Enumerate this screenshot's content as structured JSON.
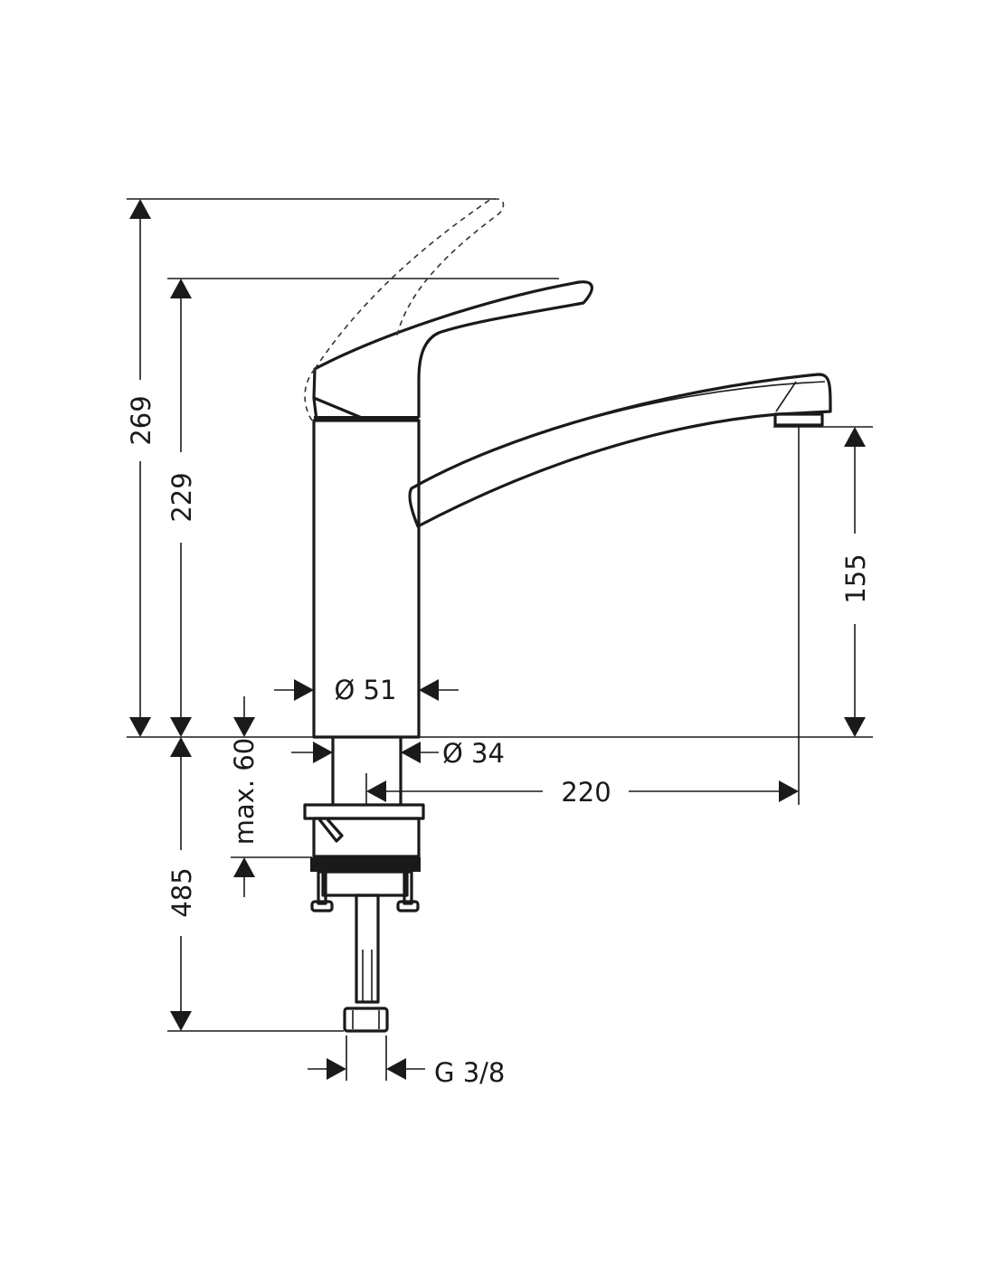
{
  "drawing": {
    "dimensions": {
      "total_height_lever_open": "269",
      "height_to_lever": "229",
      "spout_height": "155",
      "body_diameter": "Ø 51",
      "shank_diameter": "Ø 34",
      "spout_reach": "220",
      "max_counter_thickness": "max. 60",
      "below_counter_length": "485",
      "connection_thread": "G 3/8"
    }
  }
}
